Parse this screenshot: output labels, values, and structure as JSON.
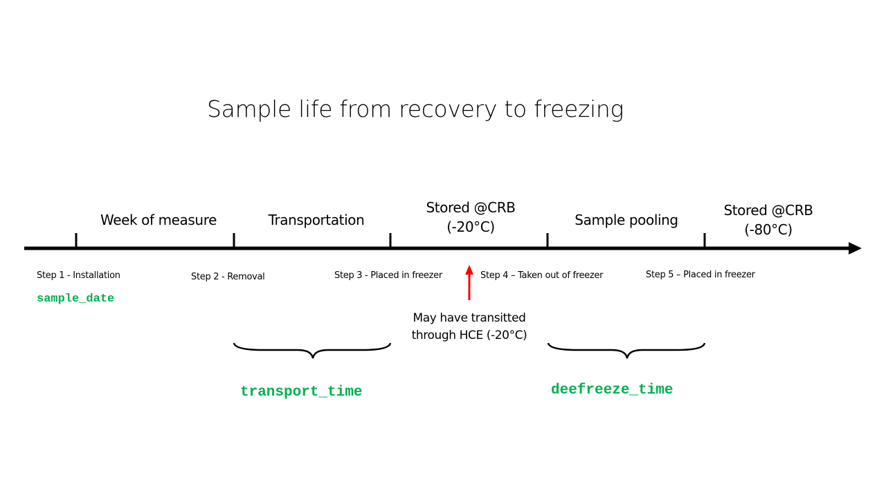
{
  "title": "Sample life from recovery to freezing",
  "phases": [
    {
      "label": "Week of measure"
    },
    {
      "label": "Transportation"
    },
    {
      "label": "Stored @CRB\n(-20°C)",
      "line1": "Stored @CRB",
      "line2": "(-20°C)"
    },
    {
      "label": "Sample pooling"
    },
    {
      "label": "Stored @CRB\n(-80°C)",
      "line1": "Stored @CRB",
      "line2": "(-80°C)"
    }
  ],
  "steps": [
    {
      "label": "Step 1 - Installation"
    },
    {
      "label": "Step 2 - Removal"
    },
    {
      "label": "Step 3 - Placed in freezer"
    },
    {
      "label": "Step 4 – Taken out of freezer"
    },
    {
      "label": "Step 5 – Placed in freezer"
    }
  ],
  "variables": {
    "sample_date": "sample_date",
    "transport_time": "transport_time",
    "deefreeze_time": "deefreeze_time"
  },
  "note": {
    "line1": "May have transitted",
    "line2": "through HCE (-20°C)"
  },
  "colors": {
    "variable": "#00b050",
    "arrow": "#ff0000",
    "timeline": "#000000"
  }
}
